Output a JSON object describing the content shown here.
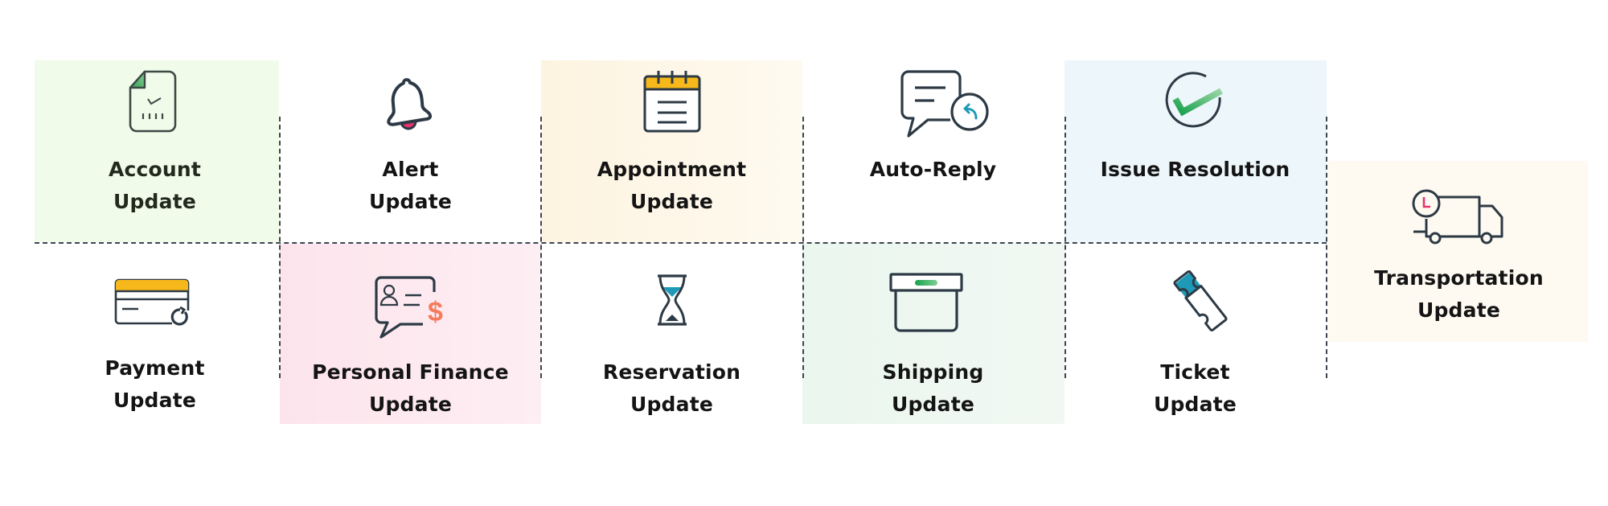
{
  "colors": {
    "stroke": "#2d3a45",
    "text": "#141414",
    "panel_green": "#f1fbea",
    "panel_yellow": "#fdf5e6",
    "panel_blue": "#edf6fa",
    "panel_pink": "#fde6ee",
    "panel_mint": "#edf7f0",
    "panel_cream": "#fefaf1",
    "accent_yellow": "#f6b81a",
    "accent_green": "#1ea34d",
    "accent_pink": "#e8336e",
    "accent_teal": "#1e9ab8",
    "accent_orange": "#f47b5c"
  },
  "tiles": [
    {
      "id": "account-update",
      "icon": "document-check-icon",
      "line1": "Account",
      "line2": "Update"
    },
    {
      "id": "alert-update",
      "icon": "bell-icon",
      "line1": "Alert",
      "line2": "Update"
    },
    {
      "id": "appointment-update",
      "icon": "calendar-icon",
      "line1": "Appointment",
      "line2": "Update"
    },
    {
      "id": "auto-reply",
      "icon": "chat-reply-icon",
      "line1": "Auto-Reply",
      "line2": ""
    },
    {
      "id": "issue-resolution",
      "icon": "check-circle-icon",
      "line1": "Issue Resolution",
      "line2": ""
    },
    {
      "id": "transportation-update",
      "icon": "delivery-truck-icon",
      "line1": "Transportation",
      "line2": "Update"
    },
    {
      "id": "payment-update",
      "icon": "credit-card-refresh-icon",
      "line1": "Payment",
      "line2": "Update"
    },
    {
      "id": "personal-finance-update",
      "icon": "chat-finance-icon",
      "line1": "Personal Finance",
      "line2": "Update"
    },
    {
      "id": "reservation-update",
      "icon": "hourglass-icon",
      "line1": "Reservation",
      "line2": "Update"
    },
    {
      "id": "shipping-update",
      "icon": "box-icon",
      "line1": "Shipping",
      "line2": "Update"
    },
    {
      "id": "ticket-update",
      "icon": "ticket-icon",
      "line1": "Ticket",
      "line2": "Update"
    }
  ]
}
